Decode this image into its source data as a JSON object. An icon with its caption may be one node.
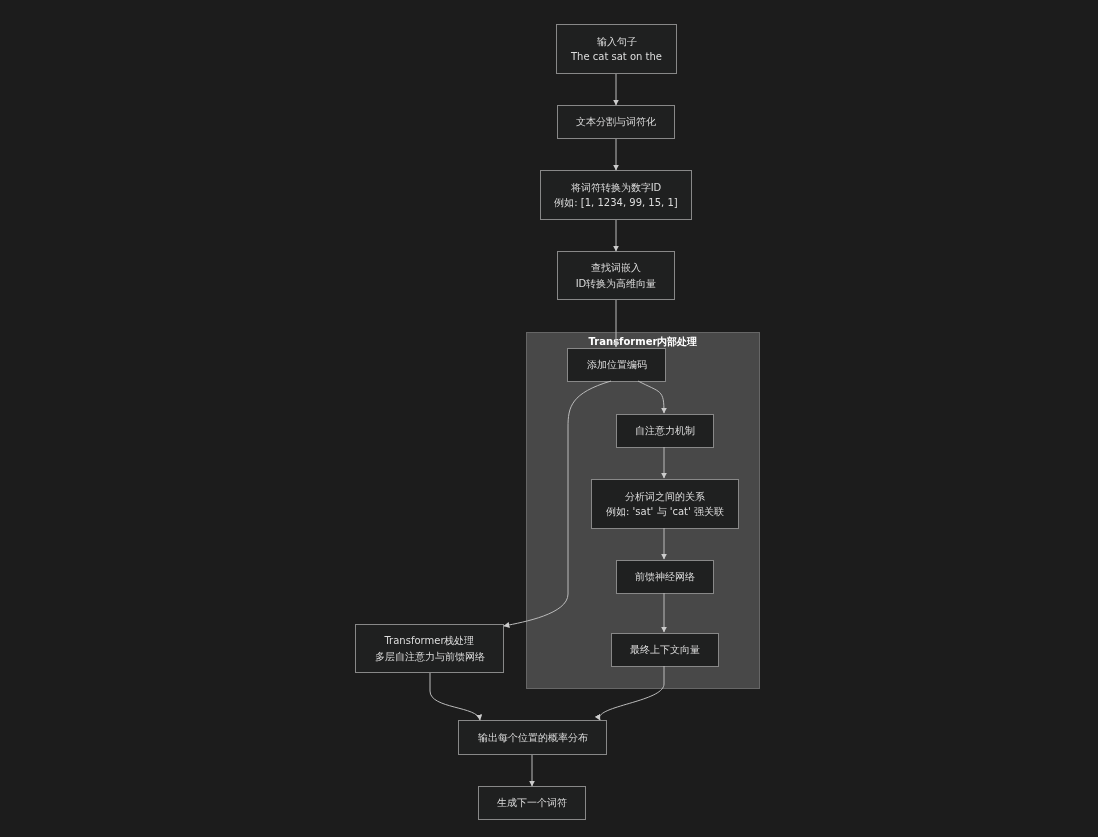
{
  "diagram": {
    "nodes": [
      {
        "text": [
          "输入句子",
          "The cat sat on the"
        ]
      },
      {
        "text": [
          "文本分割与词符化"
        ]
      },
      {
        "text": [
          "将词符转换为数字ID",
          "例如: [1, 1234, 99, 15, 1]"
        ]
      },
      {
        "text": [
          "查找词嵌入",
          "ID转换为高维向量"
        ]
      },
      {
        "text": [
          "Transformer内部处理"
        ]
      },
      {
        "text": [
          "添加位置编码"
        ],
        "in": 4
      },
      {
        "text": [
          "自注意力机制"
        ],
        "in": 4
      },
      {
        "text": [
          "分析词之间的关系",
          "例如: 'sat' 与 'cat' 强关联"
        ],
        "in": 4
      },
      {
        "text": [
          "前馈神经网络"
        ],
        "in": 4
      },
      {
        "text": [
          "最终上下文向量"
        ],
        "in": 4
      },
      {
        "text": [
          "Transformer栈处理",
          "多层自注意力与前馈网络"
        ]
      },
      {
        "text": [
          "输出每个位置的概率分布"
        ]
      },
      {
        "text": [
          "生成下一个词符"
        ]
      }
    ],
    "edges": [
      {
        "from": 0,
        "to": 1,
        "arrow": "to"
      },
      {
        "from": 1,
        "to": 2,
        "arrow": "to"
      },
      {
        "from": 2,
        "to": 3,
        "arrow": "to"
      },
      {
        "from": 3,
        "to": 5,
        "arrow": "to"
      },
      {
        "from": 5,
        "to": 6,
        "arrow": "to"
      },
      {
        "from": 5,
        "to": 10,
        "arrow": "to"
      },
      {
        "from": 6,
        "to": 7,
        "arrow": "to"
      },
      {
        "from": 7,
        "to": 8,
        "arrow": "to"
      },
      {
        "from": 8,
        "to": 9,
        "arrow": "to"
      },
      {
        "from": 10,
        "to": 11,
        "arrow": "to"
      },
      {
        "from": 9,
        "to": 11,
        "arrow": "to"
      },
      {
        "from": 11,
        "to": 12,
        "arrow": "to"
      }
    ]
  }
}
